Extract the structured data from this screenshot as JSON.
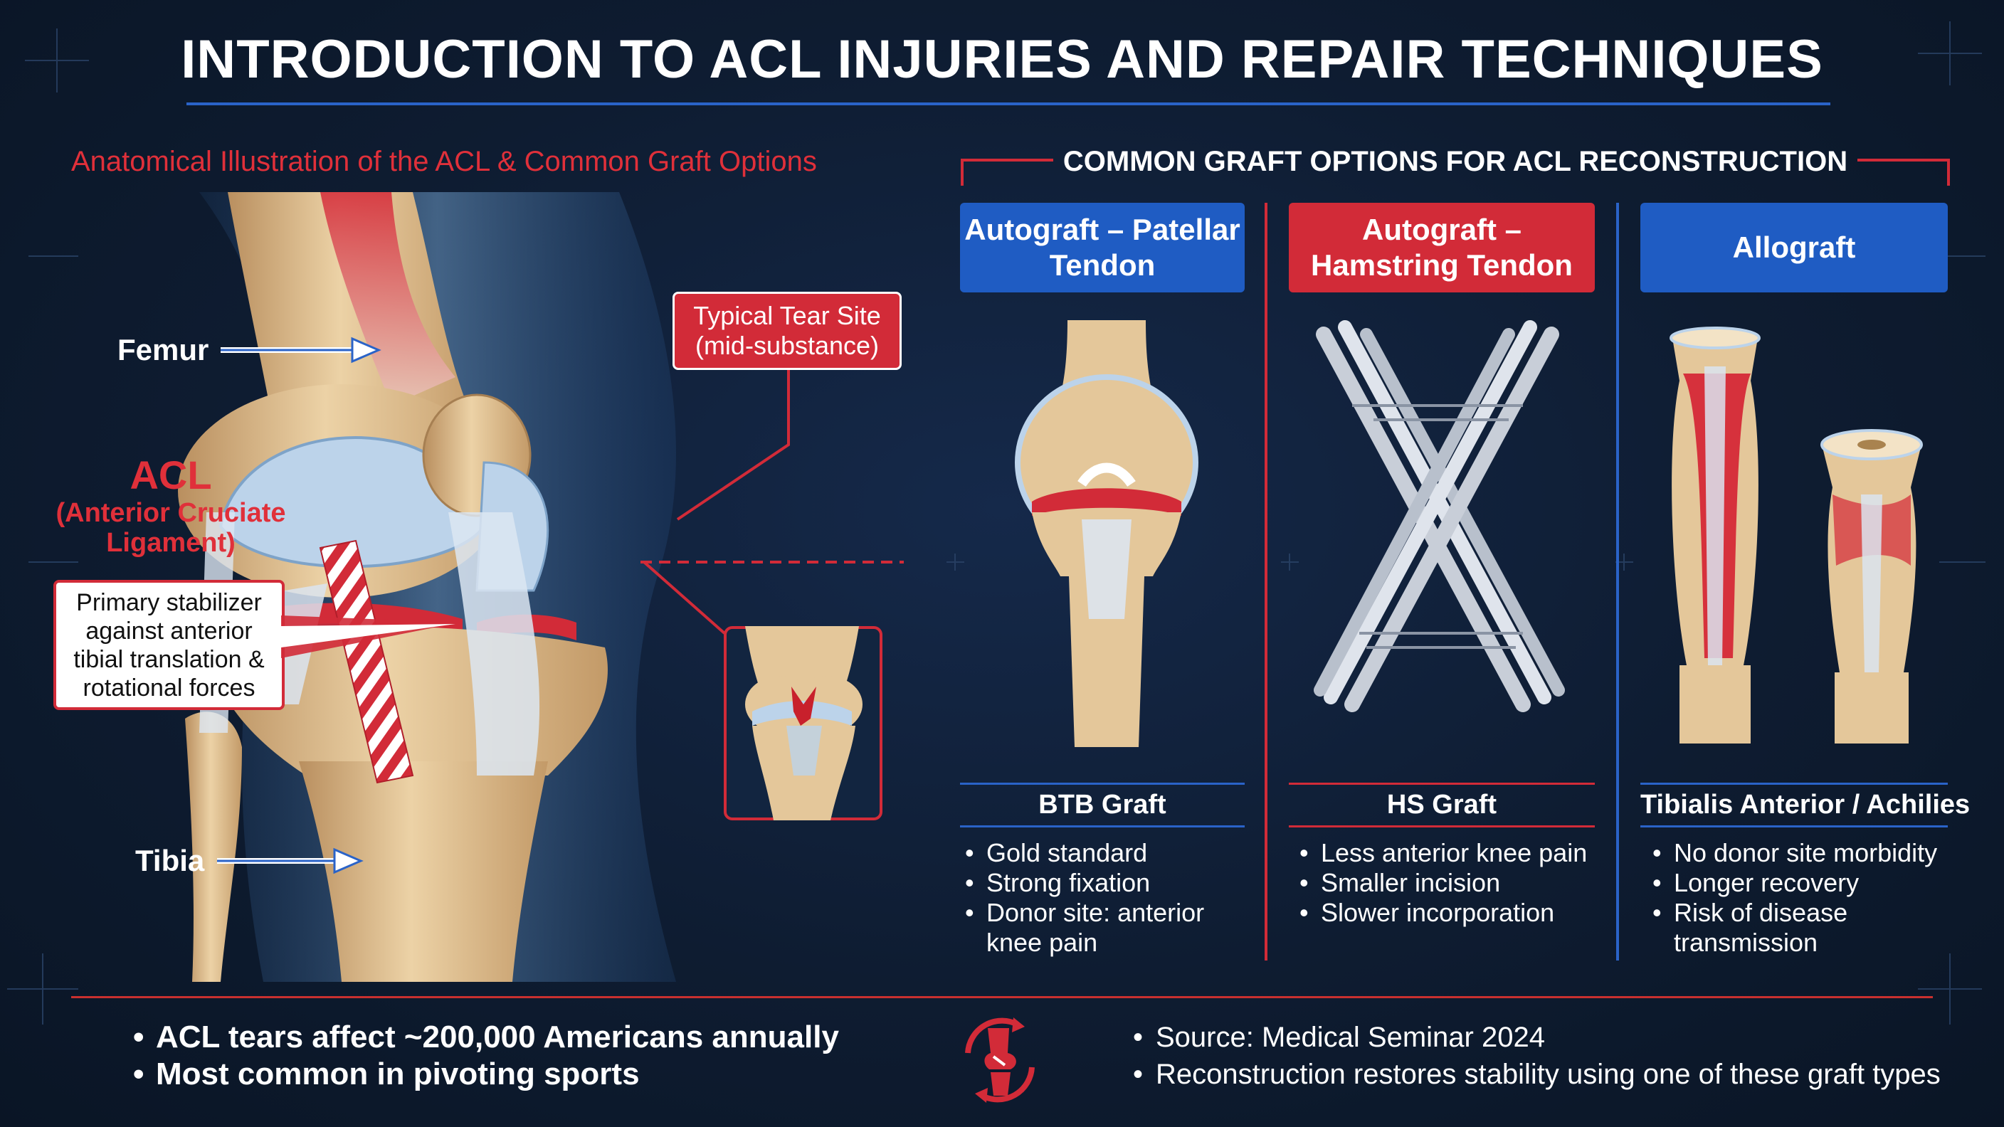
{
  "title": "INTRODUCTION TO ACL INJURIES AND REPAIR TECHNIQUES",
  "left_panel": {
    "heading": "Anatomical Illustration of the ACL & Common Graft Options",
    "femur_label": "Femur",
    "tibia_label": "Tibia",
    "acl_title": "ACL",
    "acl_subtitle": "(Anterior Cruciate Ligament)",
    "stabilizer_note": "Primary stabilizer against anterior tibial translation & rotational forces",
    "tear_site_note": "Typical Tear Site (mid-substance)"
  },
  "right_panel": {
    "heading": "COMMON GRAFT OPTIONS FOR ACL RECONSTRUCTION",
    "columns": [
      {
        "tab": "Autograft – Patellar Tendon",
        "graft_name": "BTB Graft",
        "bullets": [
          "Gold standard",
          "Strong fixation",
          "Donor site: anterior knee pain"
        ]
      },
      {
        "tab": "Autograft – Hamstring Tendon",
        "graft_name": "HS Graft",
        "bullets": [
          "Less anterior knee pain",
          "Smaller incision",
          "Slower incorporation"
        ]
      },
      {
        "tab": "Allograft",
        "graft_name": "Tibialis Anterior / Achilies",
        "bullets": [
          "No donor site morbidity",
          "Longer recovery",
          "Risk of disease transmission"
        ]
      }
    ]
  },
  "footer": {
    "facts_left": [
      "ACL tears affect ~200,000 Americans annually",
      "Most common in pivoting sports"
    ],
    "facts_right": [
      "Source: Medical Seminar 2024",
      "Reconstruction restores stability using one of these graft types"
    ],
    "logo_icon": "knee-joint-logo-icon"
  },
  "colors": {
    "background": "#0d1b2e",
    "accent_red": "#d22b38",
    "accent_blue": "#1f5cc3",
    "bone": "#e4c79a",
    "cartilage": "#bcd3ea"
  }
}
